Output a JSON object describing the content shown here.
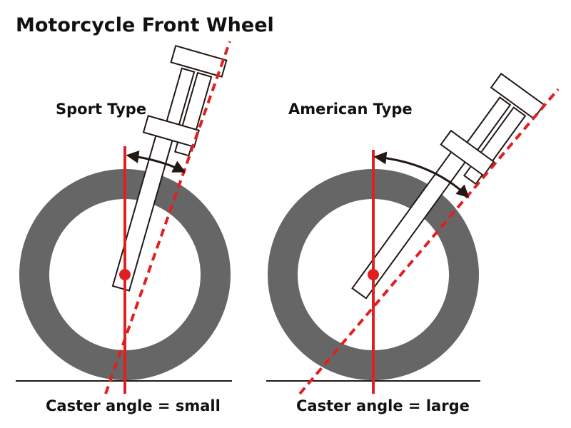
{
  "title": "Motorcycle Front Wheel",
  "panels": [
    {
      "heading": "Sport Type",
      "caption": "Caster angle = small",
      "caster": "small"
    },
    {
      "heading": "American Type",
      "caster_label": "large",
      "caption": "Caster angle = large",
      "caster": "large"
    }
  ],
  "colors": {
    "tire": "#666666",
    "axis": "#e02020",
    "arrow": "#231815",
    "fork_stroke": "#231815",
    "ground": "#231815"
  }
}
